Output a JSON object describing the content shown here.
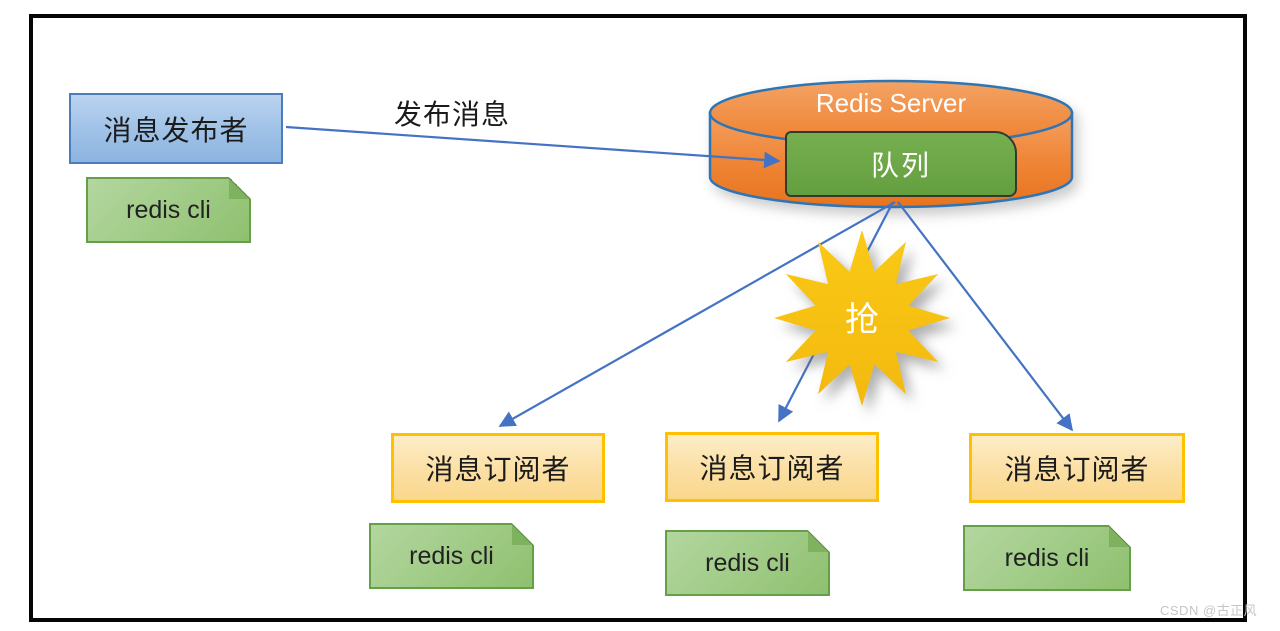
{
  "diagram": {
    "publisher": {
      "label": "消息发布者"
    },
    "publisher_cli": "redis cli",
    "publish_arrow_label": "发布消息",
    "server": {
      "title": "Redis Server",
      "queue": "队列"
    },
    "burst": "抢",
    "subscribers": [
      {
        "label": "消息订阅者",
        "cli": "redis cli"
      },
      {
        "label": "消息订阅者",
        "cli": "redis cli"
      },
      {
        "label": "消息订阅者",
        "cli": "redis cli"
      }
    ],
    "watermark": "CSDN @古正风",
    "colors": {
      "arrow": "#4472C4",
      "frame": "#050505",
      "publisher_fill": "#A8C8EA",
      "publisher_border": "#4B7DBD",
      "note_fill": "#A3CD8A",
      "note_border": "#63A046",
      "cylinder_fill": "#ED7D31",
      "cylinder_border": "#2E75B6",
      "queue_fill": "#6CA647",
      "subscriber_fill": "#FBDFA3",
      "subscriber_border": "#FFC000",
      "burst_fill": "#F8C112"
    }
  }
}
